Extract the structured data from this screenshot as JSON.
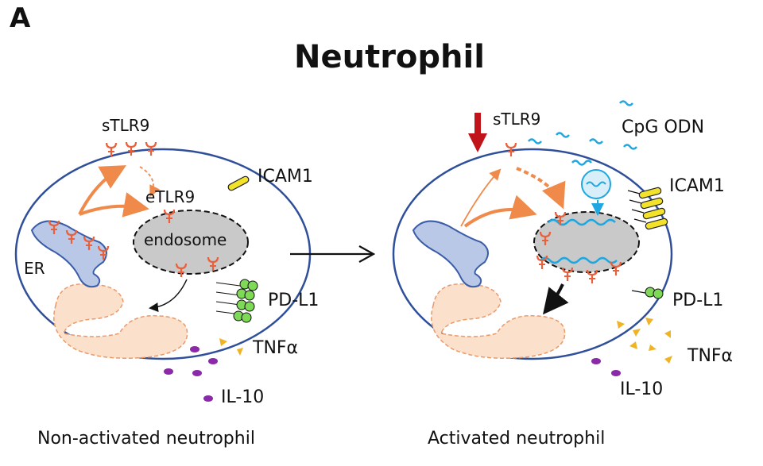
{
  "panel_label": "A",
  "title": "Neutrophil",
  "left_cell": {
    "caption": "Non-activated neutrophil",
    "labels": {
      "stlr9": "sTLR9",
      "etlr9": "eTLR9",
      "endosome": "endosome",
      "er": "ER",
      "icam1": "ICAM1",
      "pdl1": "PD-L1",
      "tnfa": "TNFα",
      "il10": "IL-10"
    }
  },
  "right_cell": {
    "caption": "Activated neutrophil",
    "labels": {
      "stlr9": "sTLR9",
      "cpg": "CpG ODN",
      "icam1": "ICAM1",
      "pdl1": "PD-L1",
      "tnfa": "TNFα",
      "il10": "IL-10"
    }
  },
  "colors": {
    "membrane": "#2f4f9a",
    "tlr9": "#e8603c",
    "arrow_orange": "#f08a4b",
    "endosome_fill": "#c9c9c9",
    "er_fill": "#b8c8e6",
    "nucleus_fill": "#fbe1cc",
    "icam1": "#f2e22a",
    "pdl1": "#7ed957",
    "tnfa": "#f0b323",
    "il10": "#8a2aa8",
    "cpg": "#1ea7e1",
    "down_arrow": "#c0141a"
  }
}
